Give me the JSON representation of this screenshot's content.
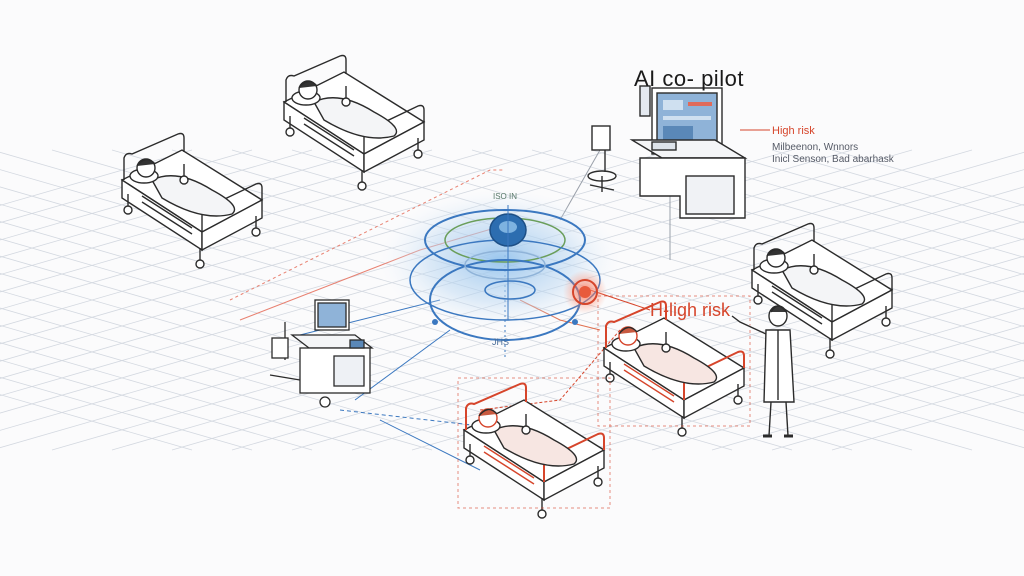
{
  "labels": {
    "ai_copilot": "AI   co- pilot",
    "high_risk_small": "High risk",
    "note_line1": "Milbeenon, Wnnors",
    "note_line2": "Inicl Senson, Bad abarhask",
    "high_risk_large": "H-ligh risk",
    "hub_top": "ISO IN",
    "hub_bottom": "JHS"
  },
  "colors": {
    "ink": "#2b2b2b",
    "grid": "#d3d8e0",
    "accent_blue": "#3b78c0",
    "alert_red": "#d6452b",
    "bed_fill": "#ffffff",
    "screen_blue": "#8fb3d8"
  },
  "icons": [
    "patient-bed-icon",
    "ai-hub-icon",
    "workstation-icon",
    "doctor-icon",
    "alert-icon"
  ]
}
